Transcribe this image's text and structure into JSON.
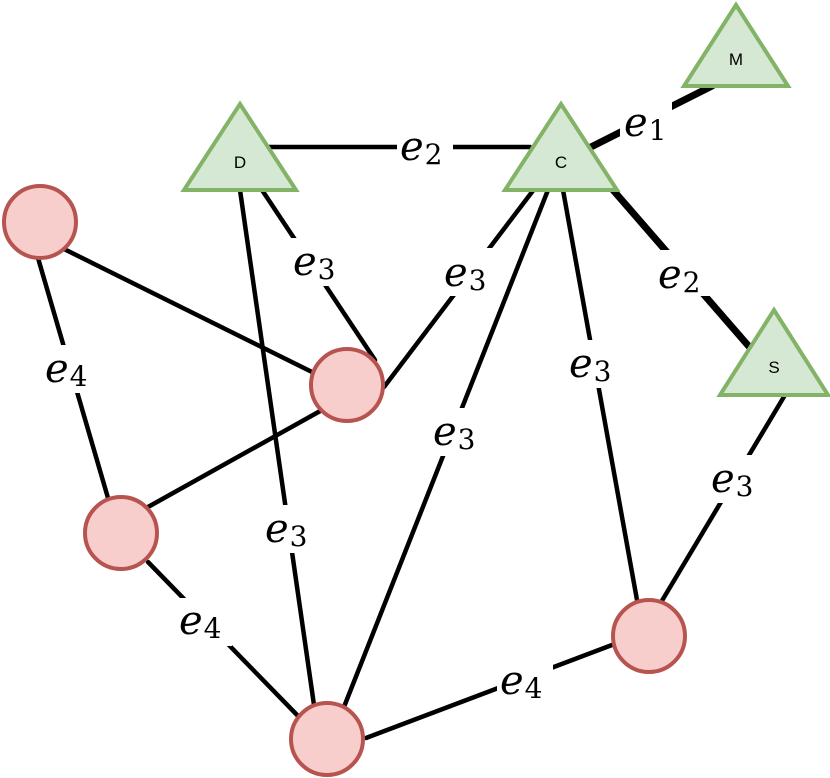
{
  "diagram": {
    "colors": {
      "circle_fill": "#f8cecc",
      "circle_stroke": "#b85450",
      "triangle_fill": "#d5e8d4",
      "triangle_stroke": "#82b366",
      "edge": "#000000"
    },
    "nodes": {
      "D": {
        "label": "D"
      },
      "C": {
        "label": "C"
      },
      "M": {
        "label": "M"
      },
      "S": {
        "label": "S"
      }
    },
    "edge_labels": {
      "e1": {
        "base": "e",
        "sub": "1"
      },
      "e2_dc": {
        "base": "e",
        "sub": "2"
      },
      "e2_cs": {
        "base": "e",
        "sub": "2"
      },
      "e3_d": {
        "base": "e",
        "sub": "3"
      },
      "e3_c_mid": {
        "base": "e",
        "sub": "3"
      },
      "e3_c_bot": {
        "base": "e",
        "sub": "3"
      },
      "e3_c_right": {
        "base": "e",
        "sub": "3"
      },
      "e3_d_bot": {
        "base": "e",
        "sub": "3"
      },
      "e3_s": {
        "base": "e",
        "sub": "3"
      },
      "e4_left": {
        "base": "e",
        "sub": "4"
      },
      "e4_bottom_left": {
        "base": "e",
        "sub": "4"
      },
      "e4_bottom_right": {
        "base": "e",
        "sub": "4"
      }
    }
  }
}
